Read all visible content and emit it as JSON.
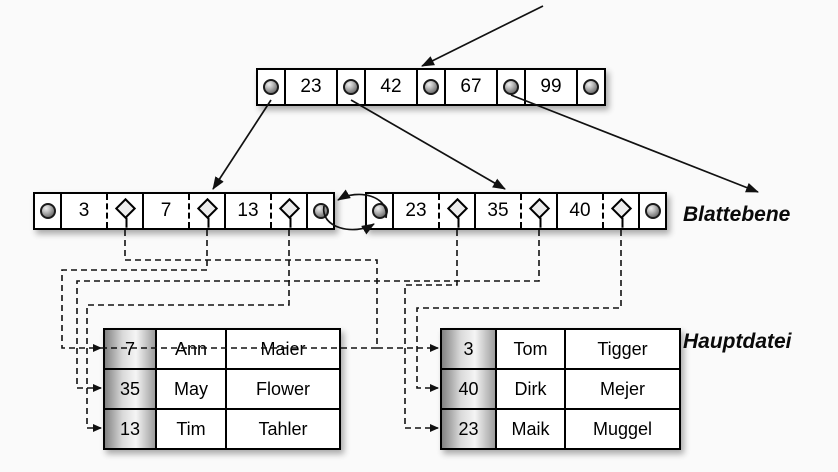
{
  "colors": {
    "background": "#fafafa",
    "line": "#111111",
    "node_fill": "#ffffff",
    "key_column_gradient": [
      "#828282",
      "#f5f5f5",
      "#9d9d9d"
    ]
  },
  "root_node": {
    "keys": [
      "23",
      "42",
      "67",
      "99"
    ]
  },
  "leaf_level": {
    "label": "Blattebene",
    "left_leaf": {
      "keys": [
        "3",
        "7",
        "13"
      ]
    },
    "right_leaf": {
      "keys": [
        "23",
        "35",
        "40"
      ]
    }
  },
  "main_file": {
    "label": "Hauptdatei",
    "left_table": {
      "rows": [
        {
          "key": "7",
          "first": "Ann",
          "last": "Maier"
        },
        {
          "key": "35",
          "first": "May",
          "last": "Flower"
        },
        {
          "key": "13",
          "first": "Tim",
          "last": "Tahler"
        }
      ]
    },
    "right_table": {
      "rows": [
        {
          "key": "3",
          "first": "Tom",
          "last": "Tigger"
        },
        {
          "key": "40",
          "first": "Dirk",
          "last": "Mejer"
        },
        {
          "key": "23",
          "first": "Maik",
          "last": "Muggel"
        }
      ]
    }
  }
}
